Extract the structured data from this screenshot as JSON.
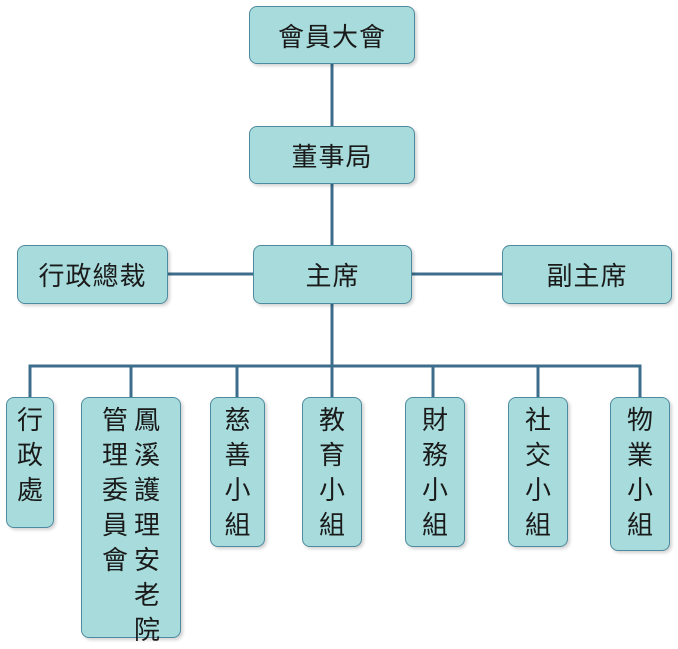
{
  "colors": {
    "box_fill": "#a8dcdc",
    "box_border": "#4d8ba0",
    "connector": "#3c6e8c"
  },
  "top": {
    "assembly": "會員大會",
    "board": "董事局",
    "chair": "主席",
    "ceo": "行政總裁",
    "vice_chair": "副主席"
  },
  "units": [
    {
      "lines": [
        "行政處"
      ]
    },
    {
      "lines": [
        "鳳溪護理安老院",
        "管理委員會"
      ]
    },
    {
      "lines": [
        "慈善小組"
      ]
    },
    {
      "lines": [
        "教育小組"
      ]
    },
    {
      "lines": [
        "財務小組"
      ]
    },
    {
      "lines": [
        "社交小組"
      ]
    },
    {
      "lines": [
        "物業小組"
      ]
    }
  ]
}
